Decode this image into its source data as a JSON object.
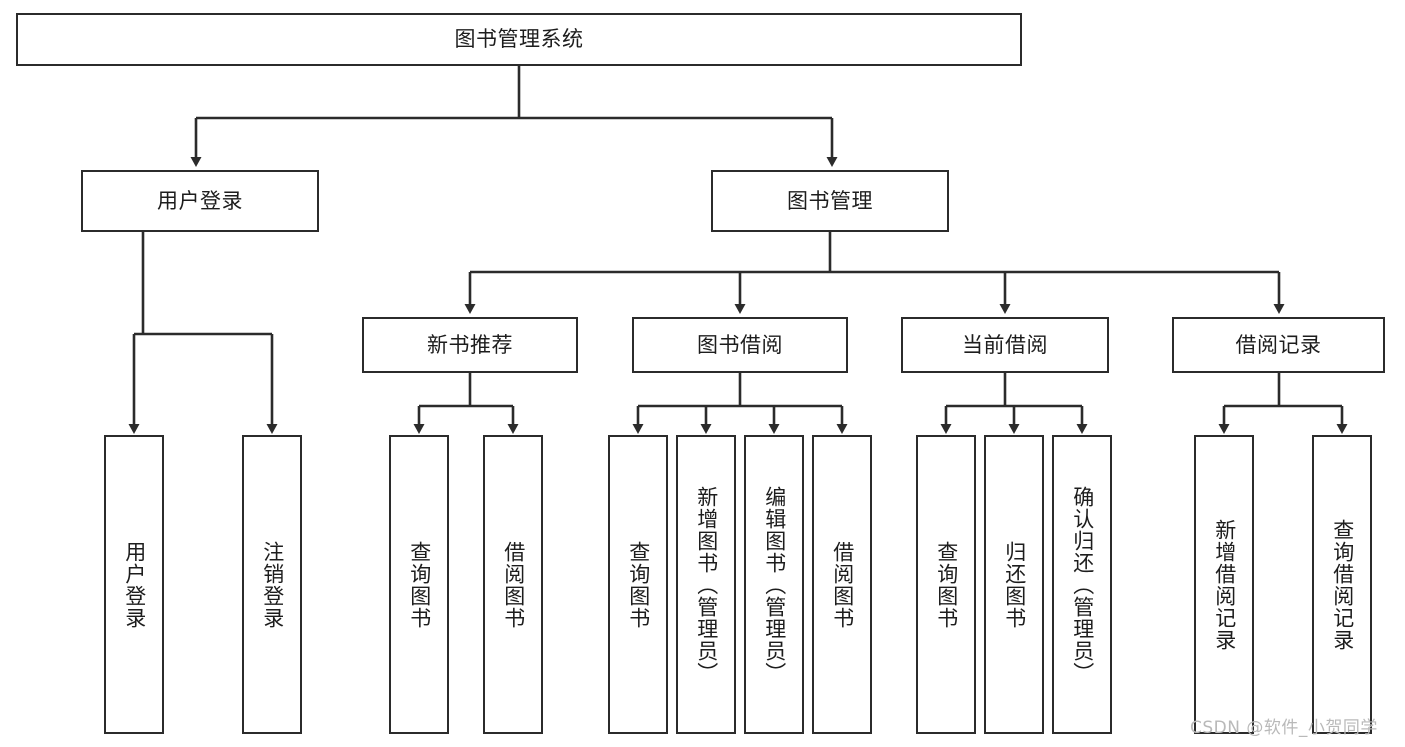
{
  "diagram": {
    "type": "tree-hierarchy",
    "title": "图书管理系统",
    "root": {
      "label": "图书管理系统",
      "children": [
        {
          "label": "用户登录",
          "children": [
            {
              "label": "用户登录"
            },
            {
              "label": "注销登录"
            }
          ]
        },
        {
          "label": "图书管理",
          "children": [
            {
              "label": "新书推荐",
              "children": [
                {
                  "label": "查询图书"
                },
                {
                  "label": "借阅图书"
                }
              ]
            },
            {
              "label": "图书借阅",
              "children": [
                {
                  "label": "查询图书"
                },
                {
                  "label": "新增图书（管理员）"
                },
                {
                  "label": "编辑图书（管理员）"
                },
                {
                  "label": "借阅图书"
                }
              ]
            },
            {
              "label": "当前借阅",
              "children": [
                {
                  "label": "查询图书"
                },
                {
                  "label": "归还图书"
                },
                {
                  "label": "确认归还（管理员）"
                }
              ]
            },
            {
              "label": "借阅记录",
              "children": [
                {
                  "label": "新增借阅记录"
                },
                {
                  "label": "查询借阅记录"
                }
              ]
            }
          ]
        }
      ]
    },
    "nodes": {
      "root": "图书管理系统",
      "user_login": "用户登录",
      "book_manage": "图书管理",
      "new_book_rec": "新书推荐",
      "book_borrow": "图书借阅",
      "current_borrow": "当前借阅",
      "borrow_record": "借阅记录",
      "leaf_user_login": "用户登录",
      "leaf_logout": "注销登录",
      "leaf_query_book_1": "查询图书",
      "leaf_borrow_book_1": "借阅图书",
      "leaf_query_book_2": "查询图书",
      "leaf_add_book": "新增图书（管理员）",
      "leaf_edit_book": "编辑图书（管理员）",
      "leaf_borrow_book_2": "借阅图书",
      "leaf_query_book_3": "查询图书",
      "leaf_return_book": "归还图书",
      "leaf_confirm_return": "确认归还（管理员）",
      "leaf_add_record": "新增借阅记录",
      "leaf_query_record": "查询借阅记录"
    },
    "watermark": "CSDN @软件_小贺同学",
    "colors": {
      "stroke": "#2b2b2b",
      "background": "#ffffff",
      "text": "#1d1d1d",
      "watermark": "#b9b9b9"
    }
  }
}
